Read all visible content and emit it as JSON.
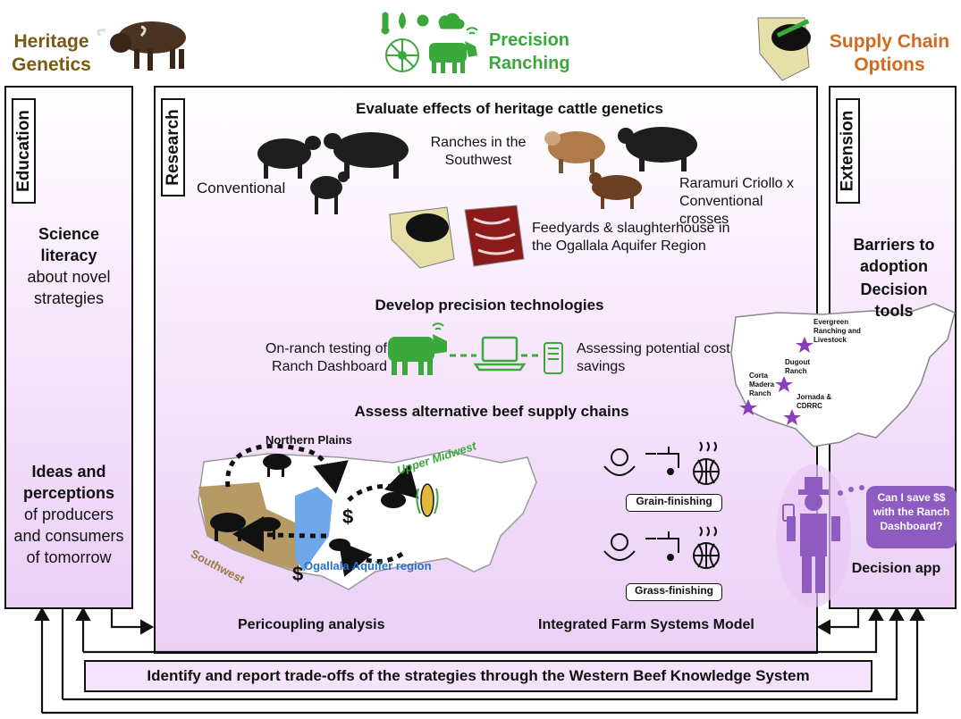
{
  "headers": {
    "heritage": "Heritage Genetics",
    "precision": "Precision Ranching",
    "supply": "Supply Chain Options"
  },
  "colors": {
    "heritage": "#7a5a12",
    "precision": "#3aa83a",
    "supply": "#d2691e",
    "panel_purple": "#ead0f5",
    "southwest": "#b59a66",
    "ogallala": "#6fa8e8",
    "app_figure": "#8e5cc0"
  },
  "education": {
    "label": "Education",
    "science_bold": "Science literacy",
    "science_rest": "about novel strategies",
    "ideas_bold": "Ideas and perceptions",
    "ideas_rest": "of producers and consumers of tomorrow",
    "icon": "lightbulb-sprout-icon"
  },
  "research": {
    "label": "Research",
    "section1": {
      "title": "Evaluate effects of heritage cattle genetics",
      "conventional": "Conventional",
      "ranches": "Ranches in the Southwest",
      "crosses": "Raramuri Criollo x Conventional crosses",
      "feedyards": "Feedyards & slaughterhouse in the Ogallala Aquifer Region"
    },
    "section2": {
      "title": "Develop precision technologies",
      "left": "On-ranch testing of Ranch Dashboard",
      "right": "Assessing potential cost savings"
    },
    "section3": {
      "title": "Assess alternative beef supply chains",
      "northern_plains": "Northern Plains",
      "upper_midwest": "Upper Midwest",
      "southwest": "Southwest",
      "ogallala": "Ogallala Aquifer region",
      "pericoupling": "Pericoupling analysis",
      "grain": "Grain-finishing",
      "grass": "Grass-finishing",
      "ifsm": "Integrated Farm Systems Model"
    }
  },
  "extension": {
    "label": "Extension",
    "barriers": "Barriers to adoption",
    "decision_tools": "Decision tools",
    "ranches": {
      "evergreen": "Evergreen Ranching and Livestock",
      "dugout": "Dugout Ranch",
      "corta": "Corta Madera Ranch",
      "jornada": "Jornada & CDRRC"
    },
    "bubble": "Can I save $$ with the Ranch Dashboard?",
    "decision_app": "Decision app"
  },
  "bottom": {
    "text": "Identify and report trade-offs of the strategies through the Western Beef Knowledge System"
  }
}
